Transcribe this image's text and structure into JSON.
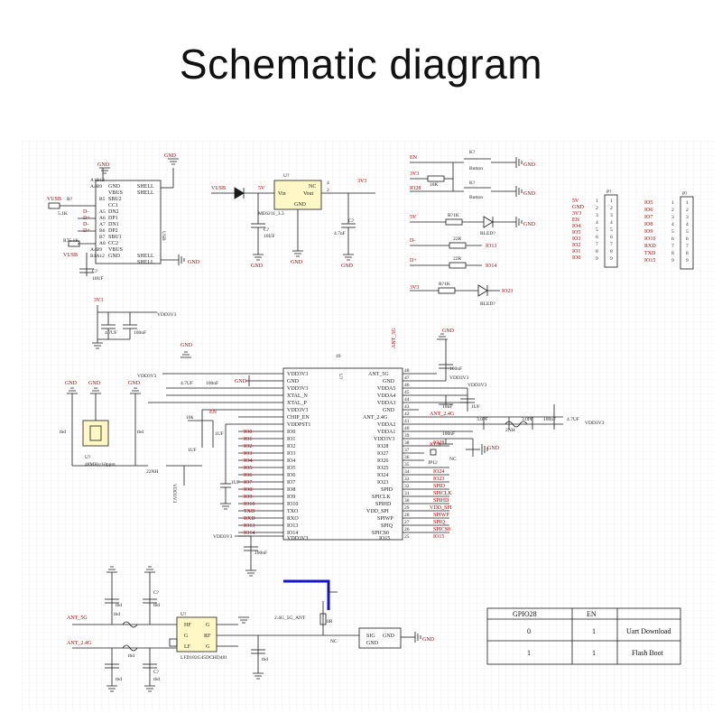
{
  "title": "Schematic diagram",
  "usb": {
    "ref": "USB",
    "pins_left": [
      "A1B12",
      "A4B9",
      "B5",
      "A5",
      "A6",
      "A7",
      "B6",
      "B7",
      "A8",
      "A4B9",
      "B1A12"
    ],
    "pins_right": [
      "GND",
      "VBUS",
      "SBU2",
      "CC1",
      "DN2",
      "DP1",
      "DN1",
      "DP2",
      "SBU1",
      "CC2",
      "VBUS",
      "GND"
    ],
    "shell": [
      "SHELL",
      "SHELL",
      "SHELL",
      "SHELL"
    ],
    "r1": "R?",
    "r1_val": "5.1K",
    "r2": "R75.1K",
    "c": "C?",
    "c_val": "10UF",
    "vusb": "VUSB",
    "dminus": "D-",
    "dplus": "D+"
  },
  "ldo": {
    "ref": "U?",
    "part": "ME6211_3.3",
    "vin": "Vin",
    "vout": "Vout",
    "nc": "NC",
    "gnd": "GND",
    "pin4": "4",
    "pin2": "2",
    "vusb": "VUSB",
    "v5": "5V",
    "v33": "3V3",
    "c1": "C?",
    "c1_val": "10UF",
    "c2": "C?",
    "c2_val": "4.7uF"
  },
  "buttons": {
    "en": "EN",
    "k1": "K?",
    "k1_label": "Button",
    "r_10k": "10K",
    "v33": "3V3",
    "io28": "IO28",
    "k2": "K?",
    "k2_label": "Button"
  },
  "leds": {
    "v5": "5V",
    "r1": "R?1K",
    "led1": "RLED?",
    "dminus": "D-",
    "r2": "22R",
    "io13": "IO13",
    "dplus": "D+",
    "r3": "22R",
    "io14": "IO14",
    "v33": "3V3",
    "r4": "R?1K",
    "led2": "RLED?",
    "io23": "IO23"
  },
  "header1": {
    "ref": "P?",
    "labels": [
      "5V",
      "GND",
      "3V3",
      "EN",
      "IO4",
      "IO5",
      "IO3",
      "IO2",
      "IO1",
      "IO0"
    ],
    "pins": [
      "1",
      "2",
      "3",
      "4",
      "5",
      "6",
      "7",
      "8",
      "9"
    ]
  },
  "header2": {
    "ref": "P?",
    "labels": [
      "IO5",
      "IO6",
      "IO7",
      "IO8",
      "IO9",
      "IO10",
      "RXD",
      "TXD",
      "IO15"
    ],
    "pins": [
      "1",
      "2",
      "3",
      "4",
      "5",
      "6",
      "7",
      "8",
      "9"
    ]
  },
  "decoupling": {
    "v33": "3V3",
    "c1": "4.7UF",
    "c2": "100nF",
    "net": "VDD3V3"
  },
  "gnd": "GND",
  "mcu": {
    "ref": "U?",
    "pin_top": "49",
    "left_pins": [
      "VDD3V3",
      "GND",
      "VDD3V3",
      "XTAL_N",
      "XTAL_P",
      "VDD3V3",
      "CHIP_EN",
      "VDDPST1",
      "IO0",
      "IO1",
      "IO2",
      "IO3",
      "IO4",
      "IO5",
      "IO6",
      "IO7",
      "IO8",
      "IO9",
      "IO10",
      "TXO",
      "RXO",
      "IO13",
      "IO14",
      "VDD3V3"
    ],
    "right_pins": [
      "ANT_5G",
      "GND",
      "VDDA5",
      "VDDA4",
      "VDDA3",
      "GND",
      "ANT_2.4G",
      "VDDA2",
      "VDDA1",
      "VDD3V3",
      "IO28",
      "IO27",
      "IO26",
      "IO25",
      "IO24",
      "IO23",
      "SPID",
      "SPICLK",
      "SPIHD",
      "VDD_SPI",
      "SPIWP",
      "SPIQ",
      "SPICS0",
      "IO15"
    ],
    "left_nets": [
      "IO0",
      "IO1",
      "IO2",
      "IO3",
      "IO4",
      "IO5",
      "IO6",
      "IO7",
      "IO8",
      "IO9",
      "IO10",
      "TXD",
      "RXD",
      "IO13",
      "IO14"
    ],
    "right_nets": [
      "IO28",
      "IO24",
      "IO23",
      "SPID",
      "SPICLK",
      "SPIHD",
      "VDD_SPI",
      "SPIWP",
      "SPIQ",
      "SPICS0",
      "IO15"
    ],
    "right_nums": [
      "48",
      "47",
      "46",
      "45",
      "44",
      "43",
      "42",
      "41",
      "40",
      "39",
      "38",
      "37",
      "36",
      "35",
      "34",
      "33",
      "32",
      "31",
      "30",
      "29",
      "28",
      "27",
      "26",
      "25"
    ]
  },
  "mcu_aux": {
    "vdd": "VDD3V3",
    "c47": "4.7UF",
    "c100": "100nF",
    "xtal_ref": "U?",
    "xtal_val": "48MHz/10ppm",
    "tbd": "tbd",
    "r22nh": "22NH",
    "r10k": "10k",
    "en": "EN",
    "c1uf": "1UF",
    "c1uf2": "1UF",
    "c1uf3": "1UF",
    "ant5g": "ANT_5G",
    "ant24": "ANT_2.4G",
    "c100nf": "100nF",
    "c10nf": "10nF",
    "c1uf_r": "1UF",
    "c3pf1": "3.0PF",
    "c3pf2": "3.0PF",
    "l2nh": "2NH",
    "c100nf2": "100nF",
    "c47uf2": "4.7UF",
    "io28": "IO28",
    "jp": "JP12",
    "nc": "NC",
    "c100nf_bot": "100nF"
  },
  "antenna": {
    "ant5g": "ANT_5G",
    "ant24": "ANT_2.4G",
    "ref": "U?",
    "part": "LFD182G45DCHD481",
    "hf": "HF",
    "lf": "LF",
    "rf": "RF",
    "g": "G",
    "tbd": "tbd",
    "c": "C?",
    "net": "2.4G_5G_ANT",
    "r0": "0R",
    "nc": "NC",
    "sig": "SIG",
    "gnd": "GND"
  },
  "boot_table": {
    "headers": [
      "GPIO28",
      "EN",
      ""
    ],
    "rows": [
      [
        "0",
        "1",
        "Uart Download"
      ],
      [
        "1",
        "1",
        "Flash Boot"
      ]
    ]
  },
  "colors": {
    "wire": "#1a1a1a",
    "net": "#b00000",
    "grid": "#e6e6e6",
    "chip": "#fff8c6",
    "accent": "#1414d2"
  }
}
